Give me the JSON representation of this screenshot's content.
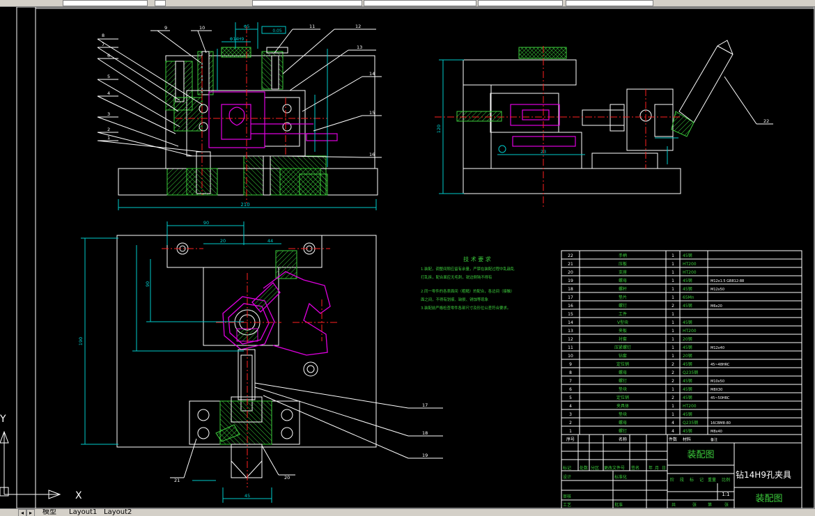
{
  "toolbar": {
    "fields": [
      "",
      "",
      "",
      "",
      "",
      "",
      ""
    ]
  },
  "tabs": {
    "model": "模型",
    "layout1": "Layout1",
    "layout2": "Layout2"
  },
  "ucs": {
    "x": "X",
    "y": "Y"
  },
  "title_block": {
    "drawing_title": "装配图",
    "part_name": "钻14H9孔夹具",
    "drawing_title2": "装配图",
    "scale": "1:1",
    "headers": [
      "标记",
      "处数",
      "分区",
      "更改文件号",
      "签名",
      "年",
      "月",
      "日"
    ],
    "rows_left": [
      "设计",
      "",
      "审核",
      "工艺"
    ],
    "std": [
      "标准化",
      "",
      "",
      "批准"
    ],
    "stage": [
      "阶",
      "段",
      "标",
      "记",
      "重量",
      "比例"
    ],
    "sheets": [
      "共",
      "张",
      "第",
      "张"
    ]
  },
  "tech_req": {
    "title": "技 术 要 求",
    "lines": [
      "1.装配，调整间隙应留有余量，严禁在装配过程中乱敲乱",
      "  打乱拆，配合面应无毛刺，锐边倒钝不得有",
      "2.同一零件的各表面间（粗糙）的配合，各边间（接触）",
      "  面之间，不得有划痕、缺损、锈蚀等现象",
      "3.装配前严格检查零件各部尺寸及形位公差符合要求。"
    ]
  },
  "bom": {
    "col_headers": [
      "序号",
      "名称",
      "件数",
      "材料",
      "备注"
    ],
    "rows": [
      [
        "22",
        "手柄",
        "1",
        "45钢",
        ""
      ],
      [
        "21",
        "压板",
        "1",
        "HT200",
        ""
      ],
      [
        "20",
        "支座",
        "1",
        "HT200",
        ""
      ],
      [
        "19",
        "螺母",
        "1",
        "45钢",
        "M12x1.5 GB812-88"
      ],
      [
        "18",
        "螺杆",
        "1",
        "45钢",
        "M12x50"
      ],
      [
        "17",
        "垫片",
        "1",
        "65Mn",
        ""
      ],
      [
        "16",
        "螺钉",
        "2",
        "45钢",
        "M6x20"
      ],
      [
        "15",
        "工件",
        "1",
        "",
        ""
      ],
      [
        "14",
        "V型块",
        "1",
        "45钢",
        ""
      ],
      [
        "13",
        "夹板",
        "1",
        "HT200",
        ""
      ],
      [
        "12",
        "衬套",
        "1",
        "20钢",
        ""
      ],
      [
        "11",
        "压紧螺钉",
        "1",
        "45钢",
        "M12x40"
      ],
      [
        "10",
        "钻套",
        "1",
        "20钢",
        ""
      ],
      [
        "9",
        "定位销",
        "2",
        "45钢",
        "45~48HRC"
      ],
      [
        "8",
        "螺母",
        "2",
        "Q235钢",
        ""
      ],
      [
        "7",
        "螺钉",
        "2",
        "45钢",
        "M10x50"
      ],
      [
        "6",
        "垫块",
        "1",
        "45钢",
        "M8X30"
      ],
      [
        "5",
        "定位销",
        "2",
        "45钢",
        "45~50HRC"
      ],
      [
        "4",
        "夹具体",
        "1",
        "HT200",
        ""
      ],
      [
        "3",
        "垫块",
        "1",
        "45钢",
        ""
      ],
      [
        "2",
        "螺母",
        "4",
        "Q235钢",
        "16CBM8-80"
      ],
      [
        "1",
        "螺钉",
        "4",
        "45钢",
        "M8x40"
      ]
    ]
  },
  "balloons": {
    "left": [
      "8",
      "7",
      "6",
      "5",
      "4",
      "3",
      "2",
      "1"
    ],
    "top": [
      "9",
      "10",
      "11",
      "12",
      "13",
      "14",
      "15",
      "16"
    ],
    "right": [
      "22",
      "17",
      "18",
      "19"
    ],
    "bottom": [
      "21",
      "20"
    ]
  },
  "dims": {
    "top_a": "Φ5",
    "top_b": "0.05",
    "top_c": "Φ14H9",
    "width_main": "210",
    "width_plan": "90",
    "width_bottom": "45",
    "height_plan": "190",
    "height_side": "120",
    "d1": "20",
    "d2": "44",
    "d3": "90",
    "d4": "23"
  },
  "colors": {
    "white": "#ffffff",
    "green": "#3ccc3c",
    "cyan": "#00cccc",
    "magenta": "#e000e0",
    "red": "#ff2020",
    "yellow": "#e0e000"
  }
}
